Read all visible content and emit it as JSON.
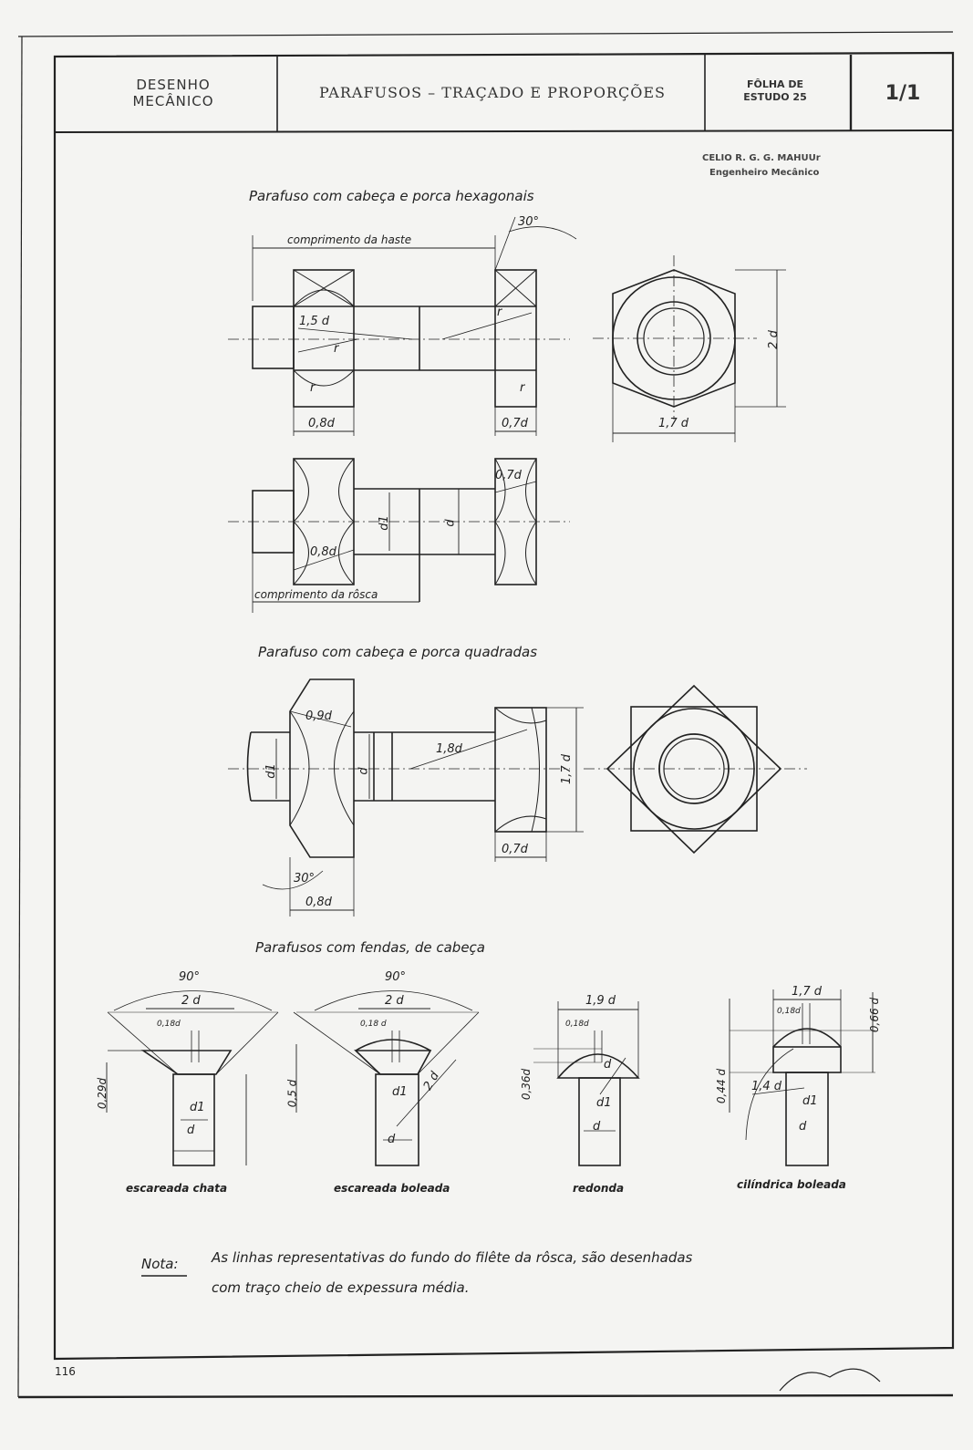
{
  "header": {
    "subject_line1": "DESENHO",
    "subject_line2": "MECÂNICO",
    "title": "PARAFUSOS – TRAÇADO E PROPORÇÕES",
    "sheet_line1": "FÔLHA DE",
    "sheet_line2": "ESTUDO 25",
    "page_ref": "1/1"
  },
  "stamp": {
    "line1": "CELIO R. G. G. MAHUUr",
    "line2": "Engenheiro Mecânico"
  },
  "sections": {
    "hex": {
      "title": "Parafuso   com   cabeça   e   porca   hexagonais",
      "dim_shank_length": "comprimento  da  haste",
      "angle_30": "30°",
      "dim_1_5d": "1,5 d",
      "radius_r": "r",
      "dim_0_8d": "0,8d",
      "dim_0_7d": "0,7d",
      "dim_2d": "2 d",
      "dim_1_7d": "1,7 d",
      "dim_d1": "d1",
      "dim_d": "d",
      "dim_0_8d_b": "0,8d",
      "dim_0_7d_b": "0,7d",
      "dim_thread_length": "comprimento  da  rôsca"
    },
    "square": {
      "title": "Parafuso   com   cabeça   e   porca   quadradas",
      "dim_0_9d": "0,9d",
      "dim_1_8d": "1,8d",
      "dim_1_7d": "1,7 d",
      "dim_d1": "d1",
      "dim_d": "d",
      "dim_0_7d": "0,7d",
      "angle_30": "30°",
      "dim_0_8d": "0,8d"
    },
    "slotted": {
      "title": "Parafusos   com   fendas,   de   cabeça",
      "types": [
        {
          "name": "escareada  chata",
          "angle": "90°",
          "width": "2 d",
          "slot": "0,18d",
          "height": "0,29d",
          "d1": "d1",
          "d": "d"
        },
        {
          "name": "escareada  boleada",
          "angle": "90°",
          "width": "2 d",
          "slot": "0,18 d",
          "height": "0,5 d",
          "radius": "2 d",
          "d1": "d1",
          "d": "d"
        },
        {
          "name": "redonda",
          "width": "1,9 d",
          "slot": "0,18d",
          "height": "0,36d",
          "radius": "d",
          "d1": "d1",
          "d": "d"
        },
        {
          "name": "cilíndrica  boleada",
          "width": "1,7 d",
          "slot": "0,18d",
          "height1": "0,44 d",
          "height2": "0,66 d",
          "radius": "1,4 d",
          "d1": "d1",
          "d": "d"
        }
      ]
    }
  },
  "note": {
    "label": "Nota:",
    "line1": "As  linhas  representativas  do  fundo  do  filête  da  rôsca,  são  desenhadas",
    "line2": "com  traço  cheio  de  expessura  média."
  },
  "page_number": "116",
  "colors": {
    "ink": "#222222",
    "paper": "#f4f4f2"
  }
}
